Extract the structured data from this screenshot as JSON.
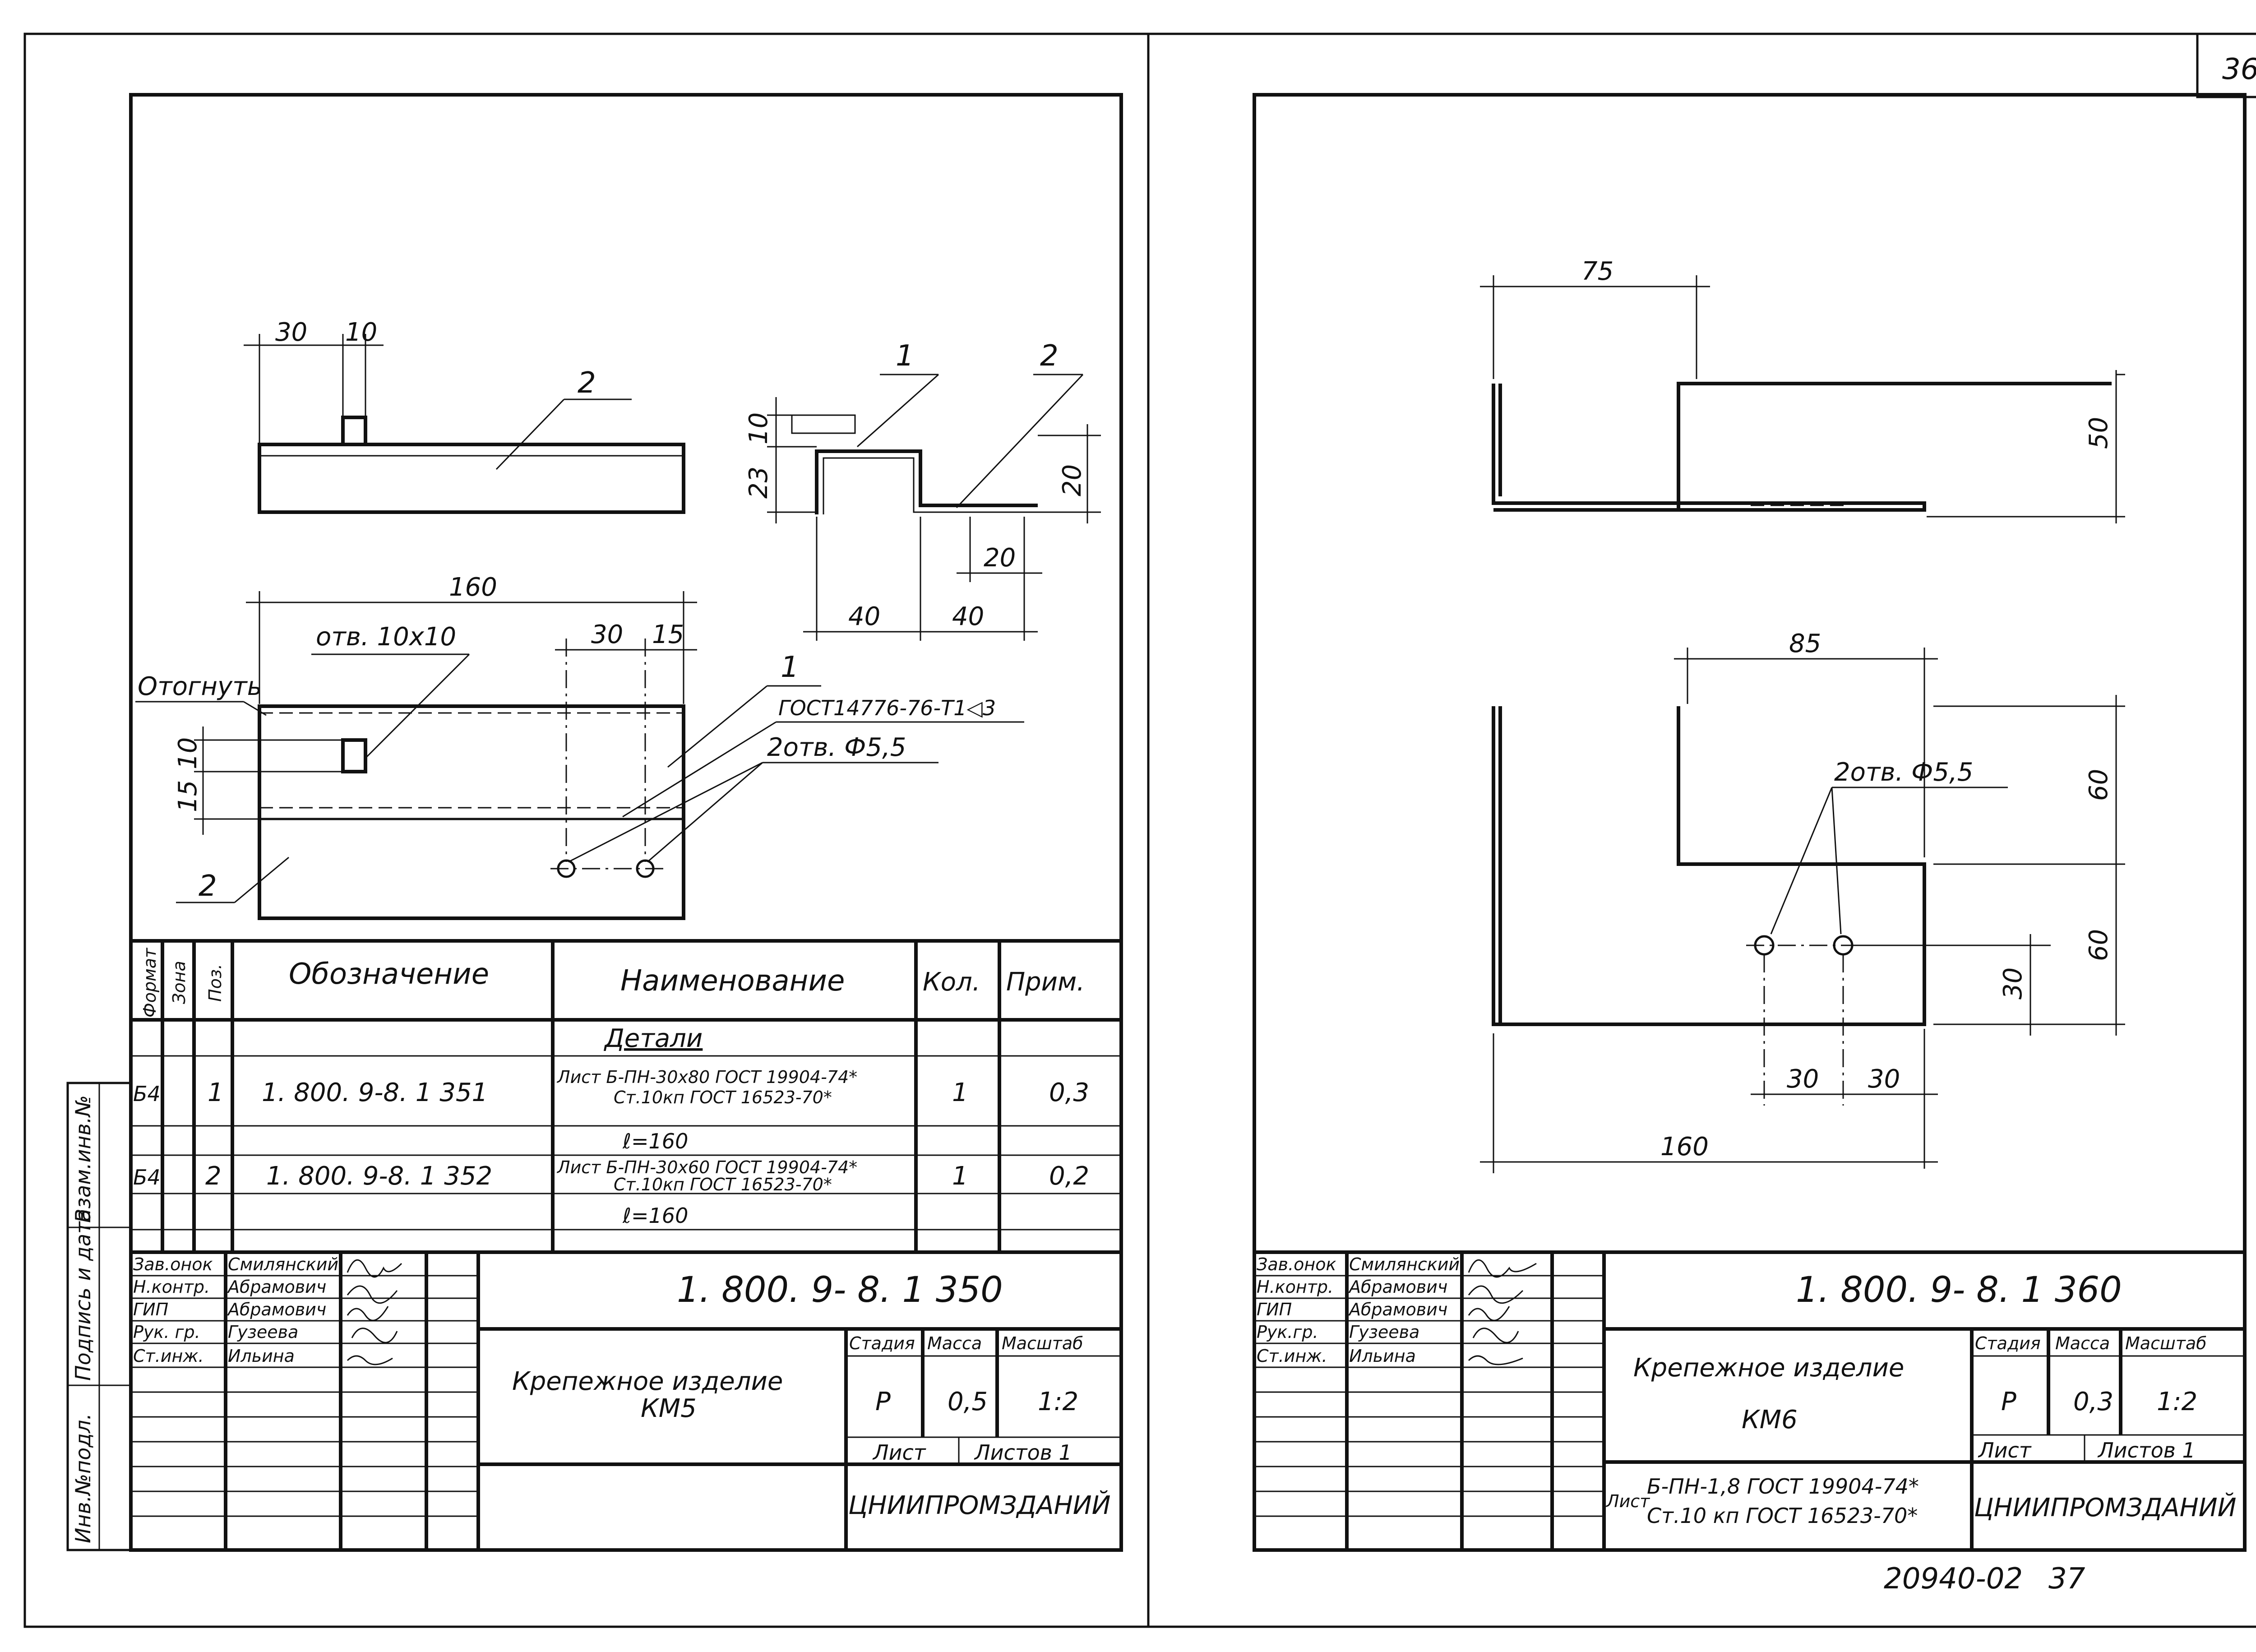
{
  "page_number": "36",
  "archive_number": "20940-02",
  "archive_page": "37",
  "left_sheet": {
    "drawing_code": "1. 800. 9- 8. 1 350",
    "item_name_line1": "Крепежное изделие",
    "item_name_line2": "КМ5",
    "stage_header": "Стадия",
    "mass_header": "Масса",
    "scale_header": "Масштаб",
    "stage": "Р",
    "mass": "0,5",
    "scale": "1:2",
    "sheet_label": "Лист",
    "sheets_label": "Листов 1",
    "organization": "ЦНИИПРОМЗДАНИЙ",
    "staff": [
      {
        "role": "Зав.онок",
        "name": "Смилянский"
      },
      {
        "role": "Н.контр.",
        "name": "Абрамович"
      },
      {
        "role": "ГИП",
        "name": "Абрамович"
      },
      {
        "role": "Рук. гр.",
        "name": "Гузеева"
      },
      {
        "role": "Ст.инж.",
        "name": "Ильина"
      }
    ],
    "side_labels": [
      "Взам.инв.№",
      "Подпись и дата",
      "Инв.№подл."
    ],
    "spec": {
      "headers": {
        "format": "Формат",
        "zone": "Зона",
        "pos": "Поз.",
        "designation": "Обозначение",
        "name": "Наименование",
        "qty": "Кол.",
        "note": "Прим."
      },
      "section": "Детали",
      "rows": [
        {
          "format": "Б4",
          "pos": "1",
          "designation": "1. 800. 9-8. 1 351",
          "name_top": "Лист Б-ПН-30х80 ГОСТ 19904-74*",
          "name_bottom": "Ст.10кп ГОСТ 16523-70*",
          "length": "ℓ=160",
          "qty": "1",
          "note": "0,3"
        },
        {
          "format": "Б4",
          "pos": "2",
          "designation": "1. 800. 9-8. 1 352",
          "name_top": "Лист Б-ПН-30х60 ГОСТ 19904-74*",
          "name_bottom": "Ст.10кп ГОСТ 16523-70*",
          "length": "ℓ=160",
          "qty": "1",
          "note": "0,2"
        }
      ]
    },
    "drawing_labels": {
      "dim_30_top": "30",
      "dim_10_top": "10",
      "callout_2_top": "2",
      "callout_1_side": "1",
      "callout_2_side": "2",
      "dim_10_side": "10",
      "dim_23": "23",
      "dim_20_side": "20",
      "dim_20_bottom": "20",
      "dim_40_a": "40",
      "dim_40_b": "40",
      "dim_160": "160",
      "hole_square": "отв. 10х10",
      "bend_note": "Отогнуть",
      "dim_30_plan": "30",
      "dim_15_plan": "15",
      "callout_1_plan": "1",
      "weld_note": "ГОСТ14776-76-Т1◁3",
      "holes_note": "2отв. Ф5,5",
      "dim_10_plan": "10",
      "dim_15_left": "15",
      "callout_2_plan": "2"
    }
  },
  "right_sheet": {
    "drawing_code": "1. 800. 9- 8. 1 360",
    "item_name_line1": "Крепежное изделие",
    "item_name_line2": "КМ6",
    "stage_header": "Стадия",
    "mass_header": "Масса",
    "scale_header": "Масштаб",
    "stage": "Р",
    "mass": "0,3",
    "scale": "1:2",
    "sheet_label": "Лист",
    "sheets_label": "Листов 1",
    "organization": "ЦНИИПРОМЗДАНИЙ",
    "material_prefix": "Лист",
    "material_line1": "Б-ПН-1,8 ГОСТ 19904-74*",
    "material_line2": "Ст.10 кп ГОСТ 16523-70*",
    "staff": [
      {
        "role": "Зав.онок",
        "name": "Смилянский"
      },
      {
        "role": "Н.контр.",
        "name": "Абрамович"
      },
      {
        "role": "ГИП",
        "name": "Абрамович"
      },
      {
        "role": "Рук.гр.",
        "name": "Гузеева"
      },
      {
        "role": "Ст.инж.",
        "name": "Ильина"
      }
    ],
    "drawing_labels": {
      "dim_75": "75",
      "dim_50": "50",
      "dim_85": "85",
      "holes_note": "2отв. Ф5,5",
      "dim_60_a": "60",
      "dim_60_b": "60",
      "dim_30_v": "30",
      "dim_30_a": "30",
      "dim_30_b": "30",
      "dim_160": "160"
    }
  }
}
